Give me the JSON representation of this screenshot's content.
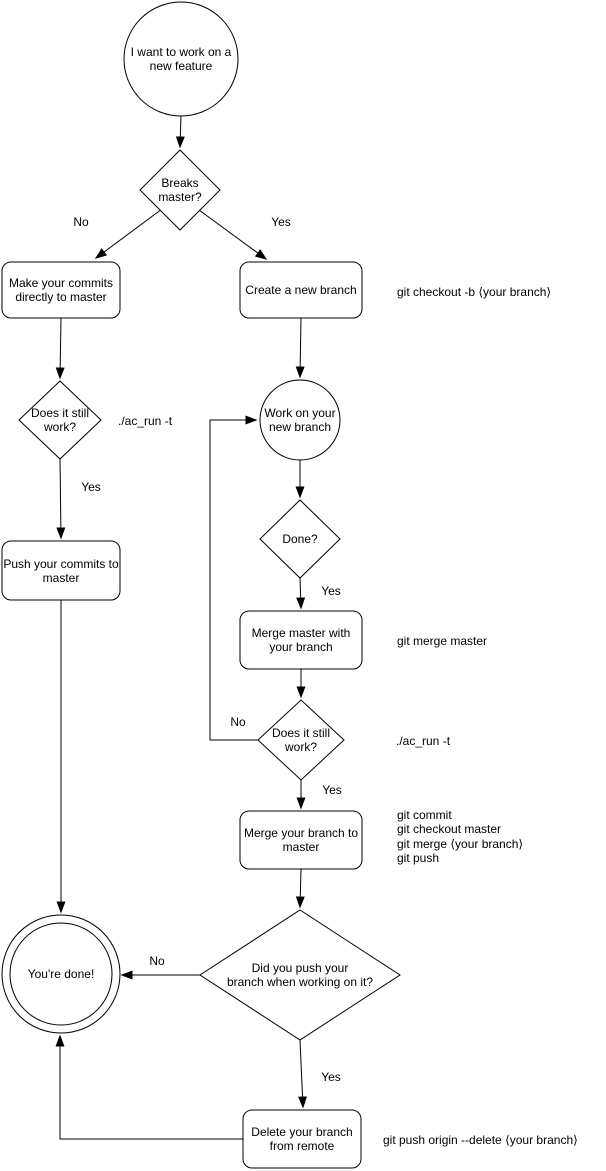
{
  "diagram": {
    "nodes": {
      "start": {
        "lines": [
          "I want to work on a",
          "new feature"
        ]
      },
      "breaks_master": {
        "lines": [
          "Breaks",
          "master?"
        ]
      },
      "make_commits": {
        "lines": [
          "Make your commits",
          "directly to master"
        ]
      },
      "create_branch": {
        "lines": [
          "Create a new branch"
        ]
      },
      "still_work_left": {
        "lines": [
          "Does it still",
          "work?"
        ]
      },
      "work_branch": {
        "lines": [
          "Work on your",
          "new branch"
        ]
      },
      "push_commits": {
        "lines": [
          "Push your commits to",
          "master"
        ]
      },
      "done_question": {
        "lines": [
          "Done?"
        ]
      },
      "merge_master": {
        "lines": [
          "Merge master with",
          "your branch"
        ]
      },
      "still_work_right": {
        "lines": [
          "Does it still",
          "work?"
        ]
      },
      "merge_branch": {
        "lines": [
          "Merge your branch to",
          "master"
        ]
      },
      "did_you_push": {
        "lines": [
          "Did you push your",
          "branch when working on it?"
        ]
      },
      "youre_done": {
        "lines": [
          "You're done!"
        ]
      },
      "delete_remote": {
        "lines": [
          "Delete your branch",
          "from remote"
        ]
      }
    },
    "edge_labels": {
      "breaks_no": "No",
      "breaks_yes": "Yes",
      "work_yes": "Yes",
      "done_yes": "Yes",
      "still_work_no": "No",
      "still_work_yes": "Yes",
      "push_no": "No",
      "push_yes": "Yes"
    },
    "annotations": {
      "checkout_branch": "git checkout -b ⟨your branch⟩",
      "ac_run_left": "./ac_run -t",
      "merge_master_cmd": "git merge master",
      "ac_run_right": "./ac_run -t",
      "merge_to_master_cmds": [
        "git commit",
        "git checkout master",
        "git merge ⟨your branch⟩",
        "git push"
      ],
      "push_delete": "git push origin --delete ⟨your branch⟩"
    },
    "colors": {
      "stroke": "#000000",
      "background": "#ffffff",
      "text": "#000000"
    }
  }
}
